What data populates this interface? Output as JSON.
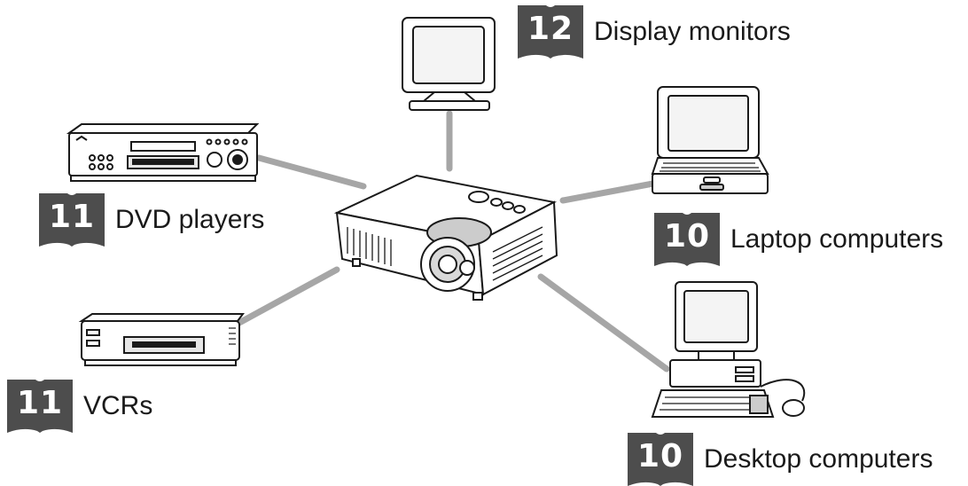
{
  "labels": {
    "display_monitors": {
      "page": "12",
      "text": "Display monitors"
    },
    "dvd_players": {
      "page": "11",
      "text": "DVD players"
    },
    "laptop_computers": {
      "page": "10",
      "text": "Laptop computers"
    },
    "vcrs": {
      "page": "11",
      "text": "VCRs"
    },
    "desktop_computers": {
      "page": "10",
      "text": "Desktop computers"
    }
  },
  "colors": {
    "line": "#a6a6a6",
    "book": "#4d4d4d",
    "ink": "#1a1a1a"
  }
}
